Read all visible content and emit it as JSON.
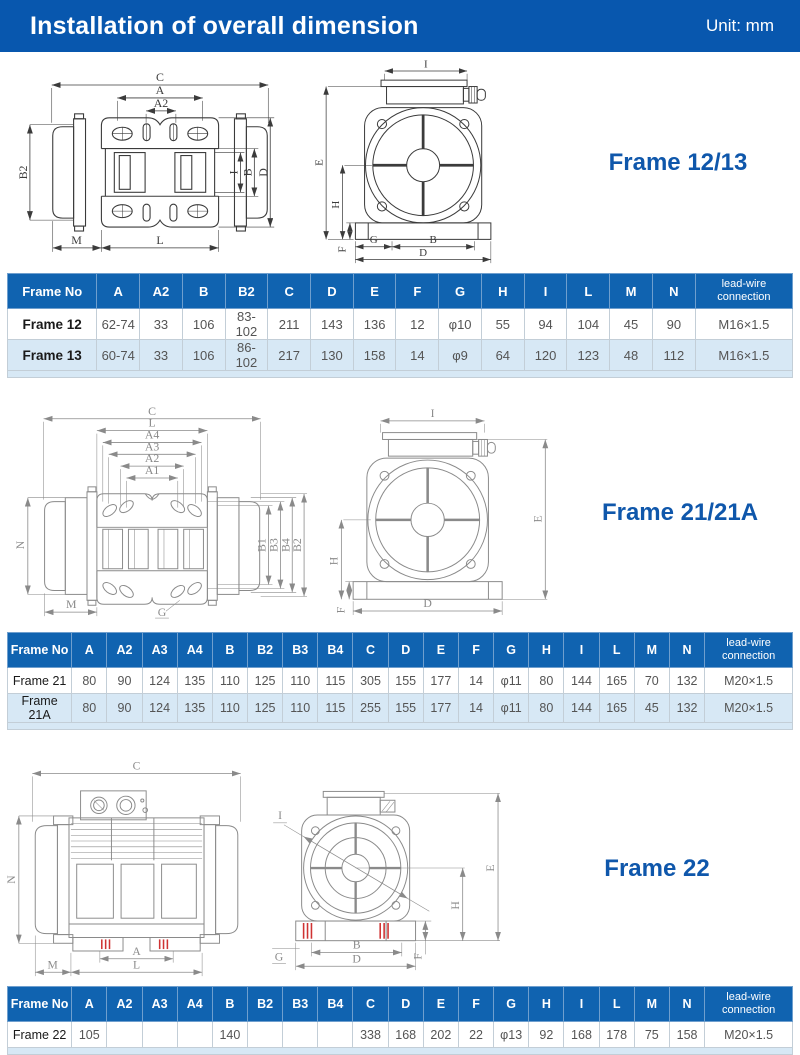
{
  "header": {
    "title": "Installation of overall dimension",
    "unit_label": "Unit: mm"
  },
  "sections": [
    {
      "label": "Frame 12/13",
      "left_drawing_labels": {
        "C": "C",
        "A": "A",
        "A2": "A2",
        "B2": "B2",
        "I": "I",
        "B": "B",
        "D": "D",
        "M": "M",
        "L": "L"
      },
      "right_drawing_labels": {
        "I": "I",
        "E": "E",
        "H": "H",
        "F": "F",
        "G": "G",
        "B": "B",
        "D": "D"
      },
      "table": {
        "columns": [
          "Frame No",
          "A",
          "A2",
          "B",
          "B2",
          "C",
          "D",
          "E",
          "F",
          "G",
          "H",
          "I",
          "L",
          "M",
          "N",
          "lead-wire connection"
        ],
        "rows": [
          [
            "Frame 12",
            "62-74",
            "33",
            "106",
            "83-102",
            "211",
            "143",
            "136",
            "12",
            "φ10",
            "55",
            "94",
            "104",
            "45",
            "90",
            "M16×1.5"
          ],
          [
            "Frame 13",
            "60-74",
            "33",
            "106",
            "86-102",
            "217",
            "130",
            "158",
            "14",
            "φ9",
            "64",
            "120",
            "123",
            "48",
            "112",
            "M16×1.5"
          ]
        ]
      }
    },
    {
      "label": "Frame 21/21A",
      "left_drawing_labels": {
        "C": "C",
        "L": "L",
        "A4": "A4",
        "A3": "A3",
        "A2": "A2",
        "A1": "A1",
        "N": "N",
        "M": "M",
        "G": "G",
        "B1": "B1",
        "B3": "B3",
        "B4": "B4",
        "B2": "B2"
      },
      "right_drawing_labels": {
        "I": "I",
        "E": "E",
        "H": "H",
        "F": "F",
        "D": "D"
      },
      "table": {
        "columns": [
          "Frame No",
          "A",
          "A2",
          "A3",
          "A4",
          "B",
          "B2",
          "B3",
          "B4",
          "C",
          "D",
          "E",
          "F",
          "G",
          "H",
          "I",
          "L",
          "M",
          "N",
          "lead-wire connection"
        ],
        "rows": [
          [
            "Frame 21",
            "80",
            "90",
            "124",
            "135",
            "110",
            "125",
            "110",
            "115",
            "305",
            "155",
            "177",
            "14",
            "φ11",
            "80",
            "144",
            "165",
            "70",
            "132",
            "M20×1.5"
          ],
          [
            "Frame 21A",
            "80",
            "90",
            "124",
            "135",
            "110",
            "125",
            "110",
            "115",
            "255",
            "155",
            "177",
            "14",
            "φ11",
            "80",
            "144",
            "165",
            "45",
            "132",
            "M20×1.5"
          ]
        ]
      }
    },
    {
      "label": "Frame 22",
      "left_drawing_labels": {
        "C": "C",
        "N": "N",
        "A": "A",
        "L": "L",
        "M": "M"
      },
      "right_drawing_labels": {
        "I": "I",
        "E": "E",
        "H": "H",
        "F": "F",
        "G": "G",
        "B": "B",
        "D": "D"
      },
      "table": {
        "columns": [
          "Frame No",
          "A",
          "A2",
          "A3",
          "A4",
          "B",
          "B2",
          "B3",
          "B4",
          "C",
          "D",
          "E",
          "F",
          "G",
          "H",
          "I",
          "L",
          "M",
          "N",
          "lead-wire connection"
        ],
        "rows": [
          [
            "Frame 22",
            "105",
            "",
            "",
            "",
            "140",
            "",
            "",
            "",
            "338",
            "168",
            "202",
            "22",
            "φ13",
            "92",
            "168",
            "178",
            "75",
            "158",
            "M20×1.5"
          ]
        ]
      }
    }
  ]
}
